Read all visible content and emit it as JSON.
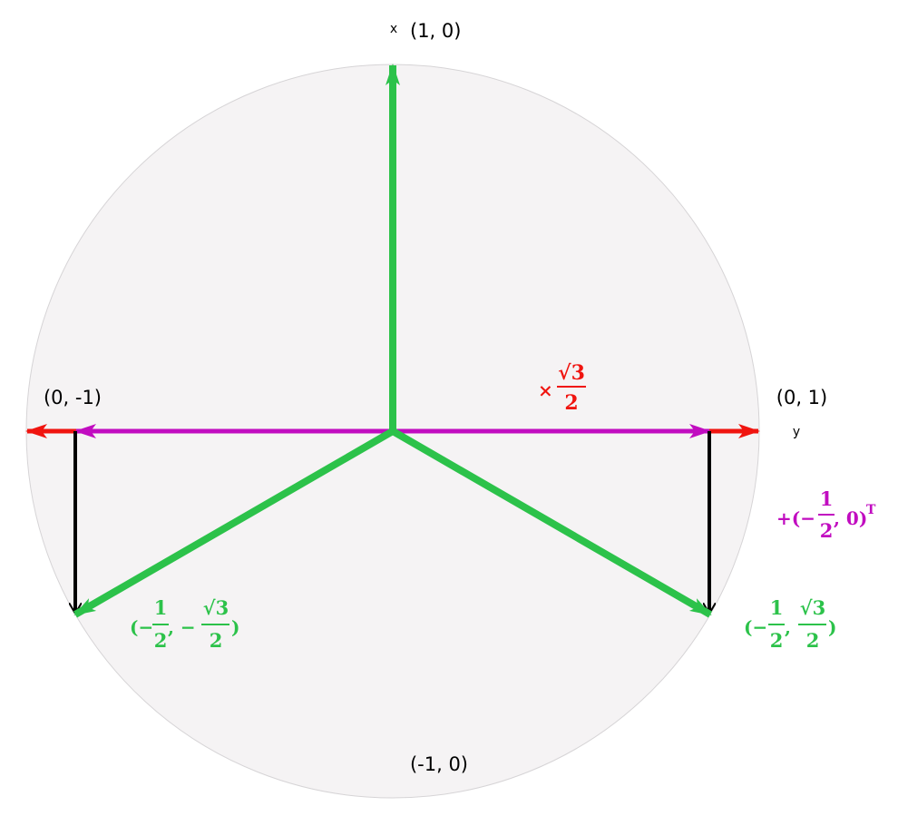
{
  "colors": {
    "disk": "#f5f3f4",
    "disk_stroke": "#d6d4d6",
    "vector": "#2cc24a",
    "scaled": "#c10cc0",
    "unit": "#f0140f",
    "offset": "#000000"
  },
  "axes": {
    "x": "x",
    "y": "y"
  },
  "points": {
    "top": "(1, 0)",
    "bottom": "(-1, 0)",
    "left": "(0, -1)",
    "right": "(0, 1)"
  },
  "annotations": {
    "times": "×",
    "sqrt3": "√3",
    "two": "2",
    "plus_open": "+(−",
    "one": "1",
    "zero_close": ", 0)",
    "transpose": "T",
    "lt_open": "(−",
    "lt_mid": ", −",
    "lt_close": ")",
    "rt_open": "(−",
    "rt_mid": ",",
    "rt_close": ")"
  }
}
